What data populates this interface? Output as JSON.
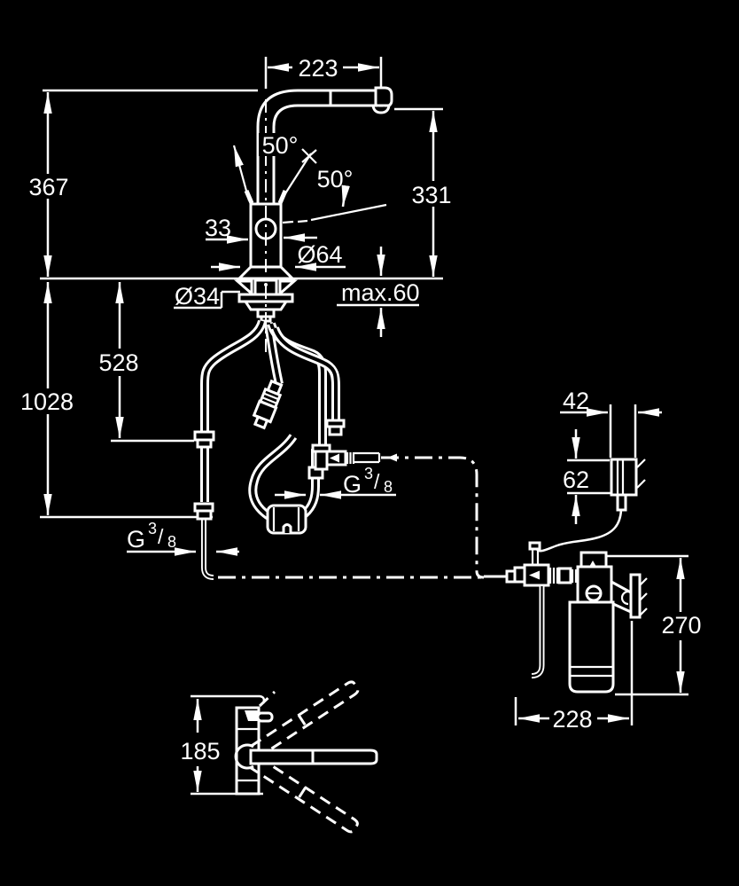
{
  "colors": {
    "background": "#000000",
    "line": "#ffffff"
  },
  "side_view": {
    "spout_reach": "223",
    "height_total": "367",
    "spout_outlet_height": "331",
    "lever_angle_left": "50°",
    "lever_angle_right": "50°",
    "body_width": "33",
    "escutcheon_diameter": "Ø64",
    "mounting_hole_diameter": "Ø34",
    "max_counter_thickness": "max.60",
    "supply_hose_drop": "528",
    "total_hose_drop": "1028",
    "thread_mid": {
      "base": "G",
      "numerator": "3",
      "slash": "/",
      "denominator": "8"
    },
    "thread_bottom": {
      "base": "G",
      "numerator": "3",
      "slash": "/",
      "denominator": "8"
    }
  },
  "power_supply": {
    "width": "42",
    "height": "62"
  },
  "filter_unit": {
    "height": "270",
    "width": "228"
  },
  "top_view": {
    "swivel_depth": "185"
  }
}
